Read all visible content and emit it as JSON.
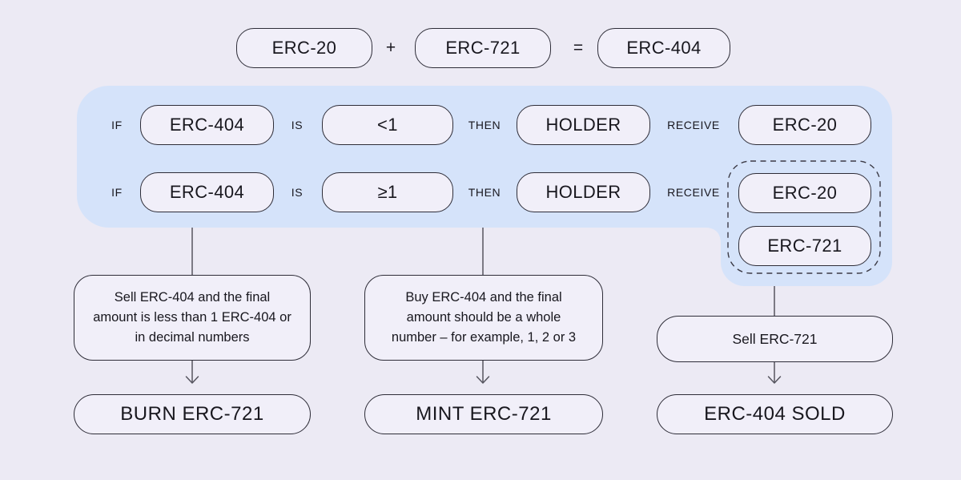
{
  "colors": {
    "background": "#eceaf4",
    "panel": "#d5e3fa",
    "box_fill": "#f1eff9",
    "border": "#2e2d38",
    "line": "#56555f",
    "text": "#18171e"
  },
  "formula": {
    "token_a": "ERC-20",
    "plus": "+",
    "token_b": "ERC-721",
    "equals": "=",
    "result": "ERC-404"
  },
  "rules": {
    "rows": [
      {
        "if_label": "IF",
        "token": "ERC-404",
        "is_label": "IS",
        "condition": "<1",
        "then_label": "THEN",
        "subject": "HOLDER",
        "receive_label": "RECEIVE",
        "results": [
          "ERC-20"
        ]
      },
      {
        "if_label": "IF",
        "token": "ERC-404",
        "is_label": "IS",
        "condition": "≥1",
        "then_label": "THEN",
        "subject": "HOLDER",
        "receive_label": "RECEIVE",
        "results": [
          "ERC-20",
          "ERC-721"
        ]
      }
    ]
  },
  "flows": [
    {
      "description": "Sell ERC-404 and the final amount is less than 1 ERC-404 or in decimal numbers",
      "outcome": "BURN ERC-721"
    },
    {
      "description": "Buy ERC-404 and the final amount should be a whole number – for example, 1, 2 or 3",
      "outcome": "MINT ERC-721"
    },
    {
      "description": "Sell ERC-721",
      "outcome": "ERC-404 SOLD"
    }
  ]
}
